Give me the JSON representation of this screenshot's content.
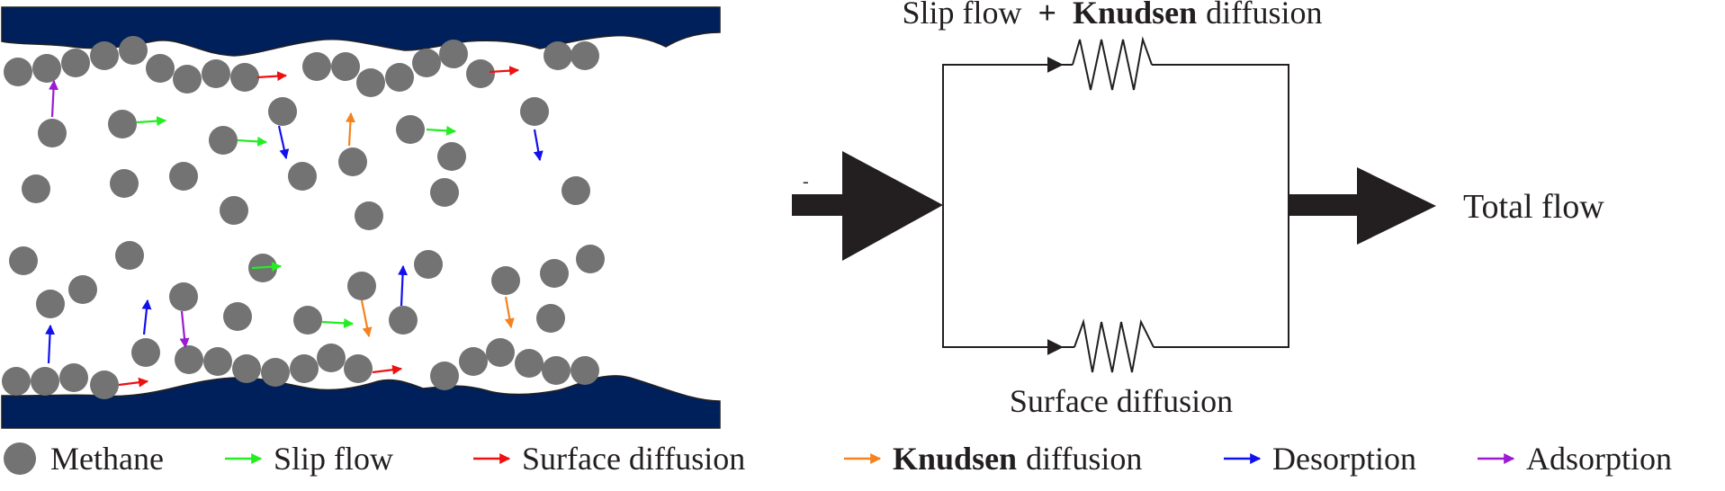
{
  "colors": {
    "wall": "#00205b",
    "molecule": "#737373",
    "slip": "#22ee22",
    "surface": "#ee1111",
    "knudsen": "#f5821f",
    "desorption": "#1111ee",
    "adsorption": "#9b1bd0",
    "ink": "#231f20"
  },
  "circuit": {
    "top_label_1": "Slip  flow",
    "plus": "+",
    "top_label_bold": "Knudsen",
    "top_label_2": "diffusion",
    "bottom_label": "Surface diffusion",
    "input_mark": "-",
    "output_label": "Total flow"
  },
  "legend": [
    {
      "key": "methane",
      "marker": "circle",
      "bold": "",
      "text": "Methane"
    },
    {
      "key": "slip",
      "marker": "arrow",
      "bold": "",
      "text": "Slip  flow"
    },
    {
      "key": "surface",
      "marker": "arrow",
      "bold": "",
      "text": "Surface diffusion"
    },
    {
      "key": "knudsen",
      "marker": "arrow",
      "bold": "Knudsen",
      "text": "diffusion"
    },
    {
      "key": "desorption",
      "marker": "arrow",
      "bold": "",
      "text": "Desorption"
    },
    {
      "key": "adsorption",
      "marker": "arrow",
      "bold": "",
      "text": "Adsorption"
    }
  ]
}
